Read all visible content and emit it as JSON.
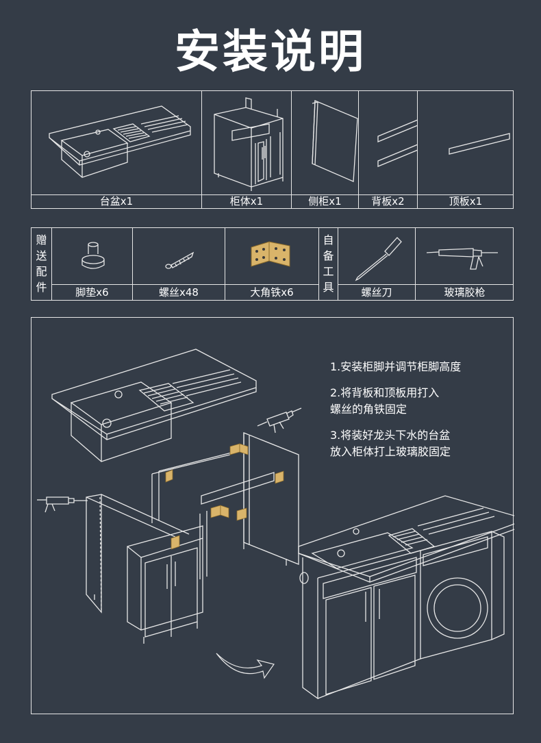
{
  "title": "安装说明",
  "parts": [
    {
      "label": "台盆x1",
      "icon": "sink-basin-icon"
    },
    {
      "label": "柜体x1",
      "icon": "cabinet-body-icon"
    },
    {
      "label": "侧柜x1",
      "icon": "side-panel-icon"
    },
    {
      "label": "背板x2",
      "icon": "back-board-icon"
    },
    {
      "label": "顶板x1",
      "icon": "top-board-icon"
    }
  ],
  "gift_header": "赠\n送\n配\n件",
  "gifts": [
    {
      "label": "脚垫x6",
      "icon": "foot-pad-icon"
    },
    {
      "label": "螺丝x48",
      "icon": "screw-icon"
    },
    {
      "label": "大角铁x6",
      "icon": "angle-bracket-icon"
    }
  ],
  "tools_header": "自\n备\n工\n具",
  "tools": [
    {
      "label": "螺丝刀",
      "icon": "screwdriver-icon"
    },
    {
      "label": "玻璃胶枪",
      "icon": "glue-gun-icon"
    }
  ],
  "steps": [
    "1.安装柜脚并调节柜脚高度",
    "2.将背板和顶板用打入\n螺丝的角铁固定",
    "3.将装好龙头下水的台盆\n放入柜体打上玻璃胶固定"
  ],
  "colors": {
    "background": "#343c47",
    "line": "#e8e8e8",
    "bracket": "#d9b46a"
  }
}
